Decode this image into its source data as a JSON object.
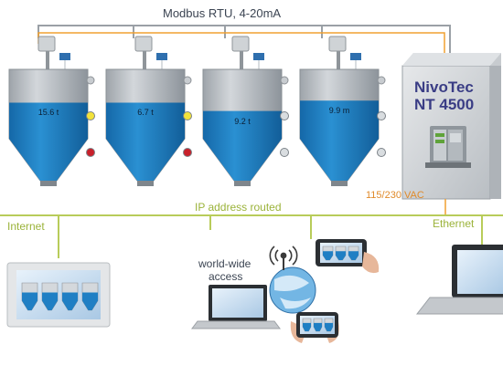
{
  "labels": {
    "bus": "Modbus RTU, 4-20mA",
    "ip": "IP address routed",
    "internet": "Internet",
    "ethernet": "Ethernet",
    "worldwide": "world-wide",
    "access": "access",
    "voltage": "115/230 VAC"
  },
  "cabinet": {
    "brand": "NivoTec",
    "model": "NT 4500"
  },
  "tanks": [
    {
      "id": "tank-1",
      "value": "15.6 t",
      "fill": 0.52,
      "lamps": [
        "#f2e23a",
        "#c8202a"
      ]
    },
    {
      "id": "tank-2",
      "value": "6.7 t",
      "fill": 0.52,
      "lamps": [
        "#f2e23a",
        "#c8202a"
      ]
    },
    {
      "id": "tank-3",
      "value": "9.2 t",
      "fill": 0.4,
      "lamps": [
        "#d9dde0",
        "#d9dde0"
      ]
    },
    {
      "id": "tank-4",
      "value": "9.9 m",
      "fill": 0.55,
      "lamps": [
        "#d9dde0",
        "#d9dde0"
      ]
    }
  ],
  "colors": {
    "liquid": "#1f7fc4",
    "tank_body": "#b8bdc2",
    "bus_wire": "#9aa0a6",
    "signal_wire": "#f0a030",
    "network_wire": "#b8cc5a",
    "bus_text": "#3b4452",
    "network_text": "#9bb33a",
    "voltage_text": "#e08a2a"
  }
}
